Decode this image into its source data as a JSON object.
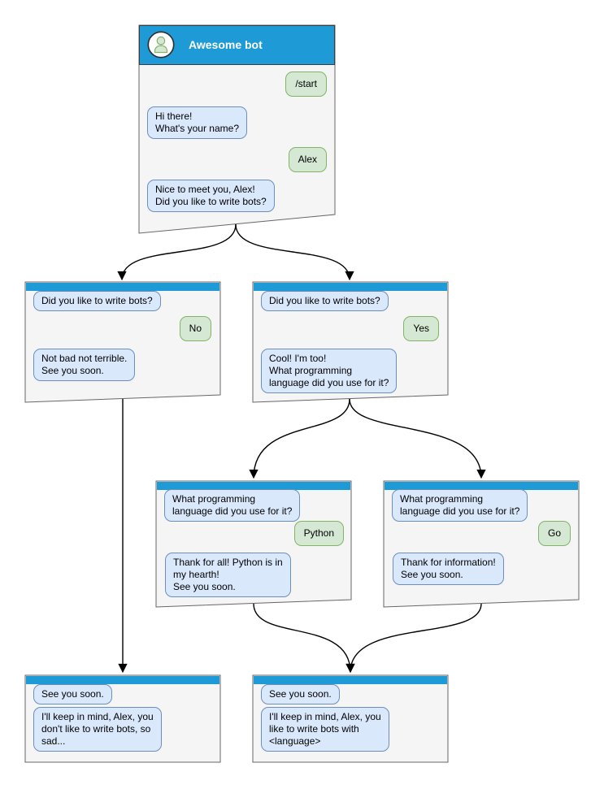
{
  "colors": {
    "header_blue": "#1e9bd7",
    "frame_fill": "#f5f5f5",
    "frame_border": "#666666",
    "bot_bubble_fill": "#dae8fc",
    "bot_bubble_border": "#6c8ebf",
    "user_bubble_fill": "#d5e8d4",
    "user_bubble_border": "#82b366",
    "connector": "#000000"
  },
  "windows": [
    {
      "id": "start",
      "title": "Awesome bot",
      "avatar_icon": "person-icon",
      "messages": [
        {
          "from": "user",
          "text": "/start"
        },
        {
          "from": "bot",
          "text": "Hi there!\nWhat's your name?"
        },
        {
          "from": "user",
          "text": "Alex"
        },
        {
          "from": "bot",
          "text": "Nice to meet you, Alex!\nDid you like to write bots?"
        }
      ]
    },
    {
      "id": "branch-no",
      "messages": [
        {
          "from": "bot",
          "text": "Did you like to write bots?"
        },
        {
          "from": "user",
          "text": "No"
        },
        {
          "from": "bot",
          "text": "Not bad not terrible.\nSee you soon."
        }
      ]
    },
    {
      "id": "branch-yes",
      "messages": [
        {
          "from": "bot",
          "text": "Did you like to write bots?"
        },
        {
          "from": "user",
          "text": "Yes"
        },
        {
          "from": "bot",
          "text": "Cool! I'm too!\nWhat programming\nlanguage did you use for it?"
        }
      ]
    },
    {
      "id": "branch-python",
      "messages": [
        {
          "from": "bot",
          "text": "What programming\nlanguage did you use for it?"
        },
        {
          "from": "user",
          "text": "Python"
        },
        {
          "from": "bot",
          "text": "Thank for all! Python is in\nmy hearth!\nSee you soon."
        }
      ]
    },
    {
      "id": "branch-go",
      "messages": [
        {
          "from": "bot",
          "text": "What programming\nlanguage did you use for it?"
        },
        {
          "from": "user",
          "text": "Go"
        },
        {
          "from": "bot",
          "text": "Thank for information!\nSee you soon."
        }
      ]
    },
    {
      "id": "end-no",
      "messages": [
        {
          "from": "bot",
          "text": "See you soon."
        },
        {
          "from": "bot",
          "text": "I'll keep in mind, Alex, you\ndon't like to write bots, so\nsad..."
        }
      ]
    },
    {
      "id": "end-yes",
      "messages": [
        {
          "from": "bot",
          "text": "See you soon."
        },
        {
          "from": "bot",
          "text": "I'll keep in mind, Alex, you\nlike to write bots with\n<language>"
        }
      ]
    }
  ],
  "connectors": [
    {
      "from": "start",
      "to": "branch-no"
    },
    {
      "from": "start",
      "to": "branch-yes"
    },
    {
      "from": "branch-yes",
      "to": "branch-python"
    },
    {
      "from": "branch-yes",
      "to": "branch-go"
    },
    {
      "from": "branch-no",
      "to": "end-no"
    },
    {
      "from": "branch-python",
      "to": "end-yes"
    },
    {
      "from": "branch-go",
      "to": "end-yes"
    }
  ]
}
